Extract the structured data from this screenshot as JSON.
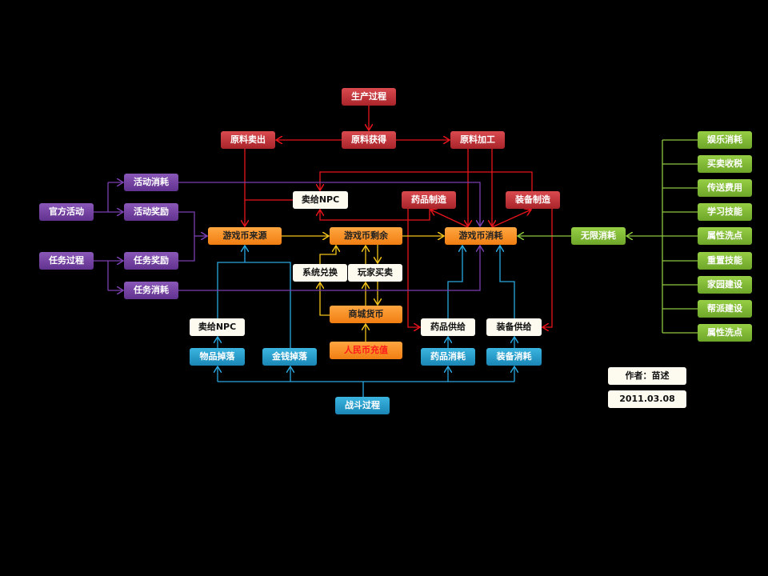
{
  "production": {
    "process": "生产过程",
    "sell_raw": "原料卖出",
    "gain_raw": "原料获得",
    "process_raw": "原料加工",
    "make_potion": "药品制造",
    "make_equip": "装备制造"
  },
  "sell_npc_top": "卖给NPC",
  "currency": {
    "source": "游戏币来源",
    "remain": "游戏币剩余",
    "consume": "游戏币消耗",
    "system_exchange": "系统兑换",
    "player_trade": "玩家买卖",
    "mall": "商城货币",
    "rmb": "人民币充值"
  },
  "combat": {
    "sell_npc": "卖给NPC",
    "potion_supply": "药品供给",
    "equip_supply": "装备供给",
    "item_drop": "物品掉落",
    "money_drop": "金钱掉落",
    "potion_use": "药品消耗",
    "equip_use": "装备消耗",
    "process": "战斗过程"
  },
  "activities": {
    "official": "官方活动",
    "quest": "任务过程",
    "activity_cost": "活动消耗",
    "activity_reward": "活动奖励",
    "quest_reward": "任务奖励",
    "quest_cost": "任务消耗"
  },
  "sinks": {
    "unlimited": "无限消耗",
    "items": [
      "娱乐消耗",
      "买卖收税",
      "传送费用",
      "学习技能",
      "属性洗点",
      "重置技能",
      "家园建设",
      "帮派建设",
      "属性洗点"
    ]
  },
  "author": "作者：苗述",
  "date": "2011.03.08",
  "colors": {
    "red": "#e8141c",
    "yellow": "#f2c21a",
    "blue": "#29a8e0",
    "purple": "#7a3fb0",
    "green": "#8cc63f"
  }
}
